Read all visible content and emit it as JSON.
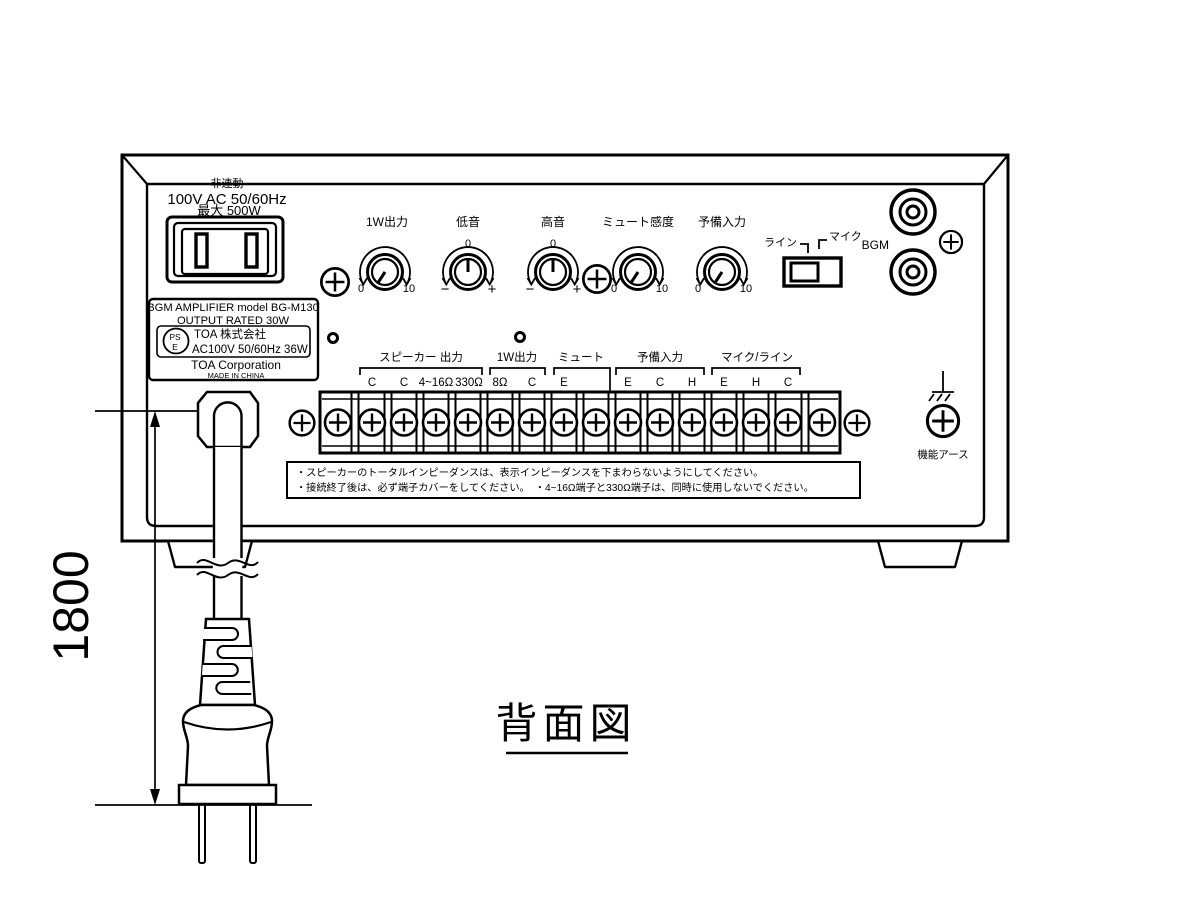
{
  "figure": {
    "title": "背面図",
    "cord_length": "1800"
  },
  "power": {
    "interlock": "非連動",
    "rating": "100V AC 50/60Hz",
    "max": "最大 500W"
  },
  "nameplate": {
    "model": "BGM AMPLIFIER model BG-M130",
    "output": "OUTPUT RATED 30W",
    "pse_ps": "PS",
    "pse_e": "E",
    "company": "TOA  株式会社",
    "rating": "AC100V 50/60Hz 36W",
    "corporation": "TOA Corporation",
    "origin": "MADE IN CHINA"
  },
  "knobs": [
    {
      "label": "1W出力",
      "min": "0",
      "max": "10"
    },
    {
      "label": "低音",
      "zero": "0",
      "min": "−",
      "max": "+"
    },
    {
      "label": "高音",
      "zero": "0",
      "min": "−",
      "max": "+"
    },
    {
      "label": "ミュート感度",
      "min": "0",
      "max": "10"
    },
    {
      "label": "予備入力",
      "min": "0",
      "max": "10"
    }
  ],
  "input_switch": {
    "line": "ライン",
    "mic": "マイク"
  },
  "bgm": {
    "label": "BGM"
  },
  "terminal_block": {
    "groups": [
      {
        "label": "スピーカー 出力"
      },
      {
        "label": "1W出力"
      },
      {
        "label": "ミュート"
      },
      {
        "label": "予備入力"
      },
      {
        "label": "マイク/ライン"
      }
    ],
    "pins": [
      "C",
      "C",
      "4~16Ω",
      "330Ω",
      "8Ω",
      "C",
      "E",
      "E",
      "C",
      "H",
      "E",
      "H",
      "C"
    ]
  },
  "notes": {
    "line1": "・スピーカーのトータルインピーダンスは、表示インピーダンスを下まわらないようにしてください。",
    "line2": "・接続終了後は、必ず端子カバーをしてください。　・4~16Ω端子と330Ω端子は、同時に使用しないでください。"
  },
  "ground": {
    "label": "機能アース"
  }
}
